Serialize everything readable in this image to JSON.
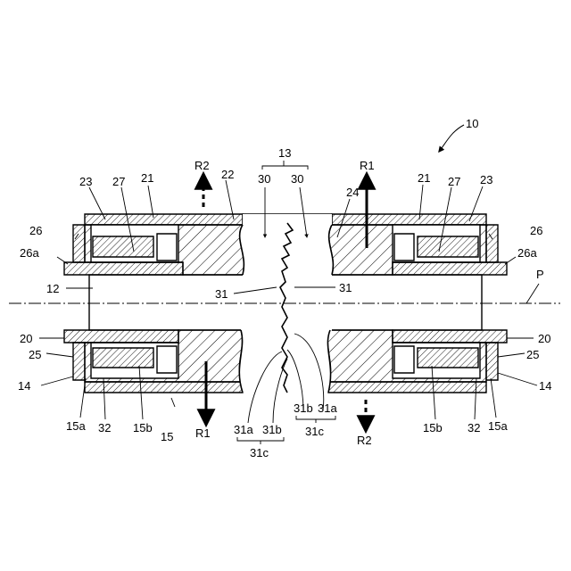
{
  "figure": {
    "labels": {
      "l10": "10",
      "l13": "13",
      "l30a": "30",
      "l30b": "30",
      "l21a": "21",
      "l21b": "21",
      "l22": "22",
      "l23a": "23",
      "l23b": "23",
      "l24": "24",
      "l26a": "26",
      "l26b": "26",
      "l26aa": "26a",
      "l26ab": "26a",
      "l27a": "27",
      "l27b": "27",
      "l12": "12",
      "lP": "P",
      "l31a": "31",
      "l31b": "31",
      "l20a": "20",
      "l20b": "20",
      "l25a": "25",
      "l25b": "25",
      "l14a": "14",
      "l14b": "14",
      "l15": "15",
      "l15aa": "15a",
      "l15ab": "15a",
      "l15ba": "15b",
      "l15bb": "15b",
      "l32a": "32",
      "l32b": "32",
      "l31aa": "31a",
      "l31ab": "31a",
      "l31ba": "31b",
      "l31bb": "31b",
      "l31ca": "31c",
      "l31cb": "31c",
      "lR1a": "R1",
      "lR1b": "R1",
      "lR2a": "R2",
      "lR2b": "R2"
    }
  }
}
